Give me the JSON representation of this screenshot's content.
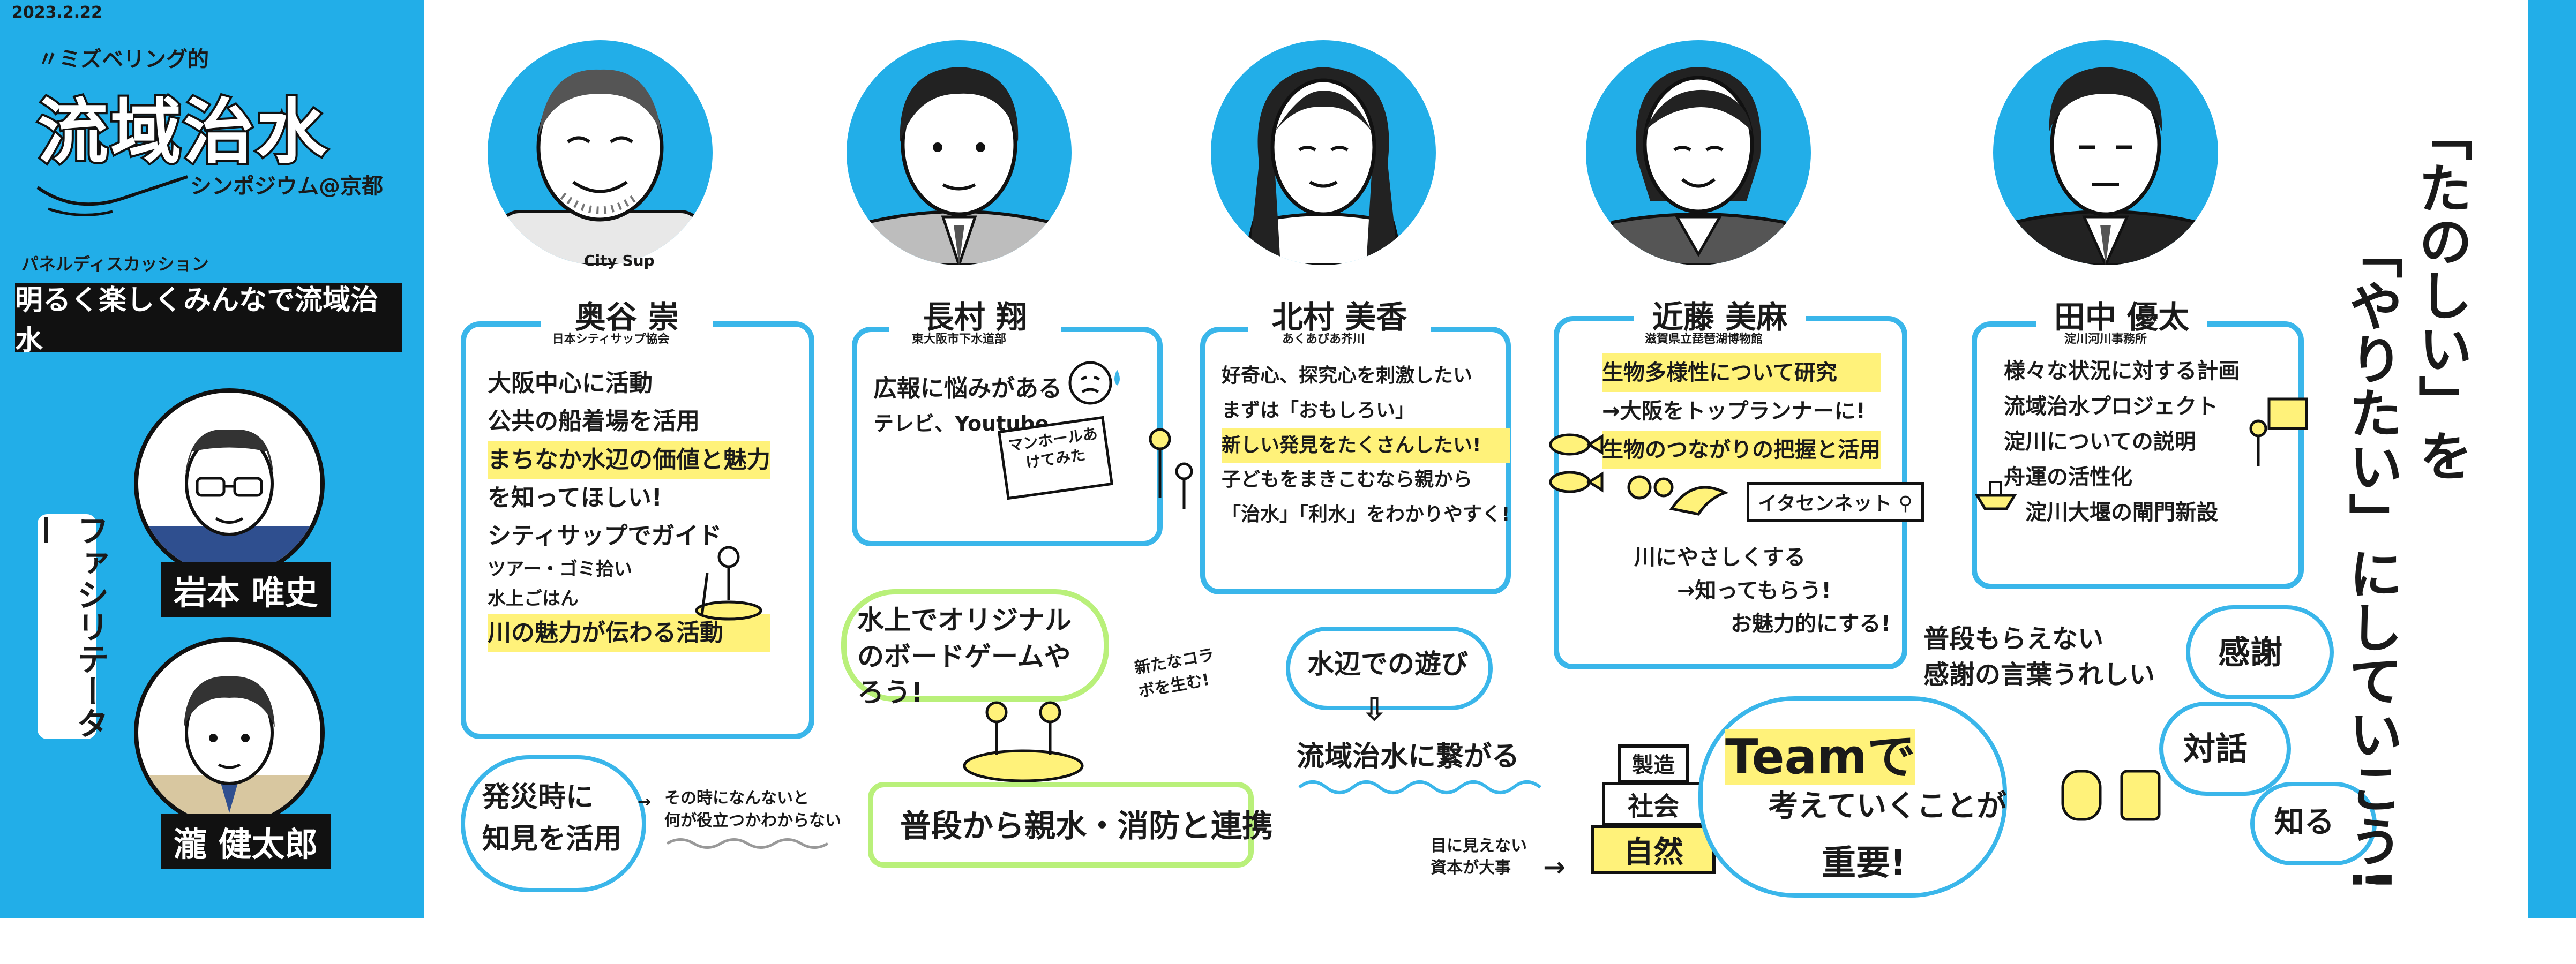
{
  "header": {
    "date": "2023.2.22",
    "series": "〃ミズベリング的",
    "title": "流域治水",
    "subtitle": "シンポジウム@京都"
  },
  "panel": {
    "label": "パネルディスカッション",
    "theme": "明るく楽しくみんなで流域治水"
  },
  "facilitator": {
    "label": "ファシリテーター",
    "people": [
      {
        "name": "岩本 唯史"
      },
      {
        "name": "瀧 健太郎"
      }
    ]
  },
  "panelists": [
    {
      "name": "奥谷 崇",
      "affiliation": "日本シティサップ協会",
      "shirt_text": "City Sup",
      "notes": [
        "大阪中心に活動",
        "公共の船着場を活用",
        "まちなか水辺の価値と魅力",
        "を知ってほしい!",
        "シティサップでガイド",
        "ツアー・ゴミ拾い",
        "水上ごはん",
        "川の魅力が伝わる活動"
      ]
    },
    {
      "name": "長村 翔",
      "affiliation": "東大阪市下水道部",
      "notes": [
        "広報に悩みがある",
        "テレビ、Youtube"
      ],
      "sign_text": "マンホールあけてみた"
    },
    {
      "name": "北村 美香",
      "affiliation": "あくあぴあ芥川",
      "notes": [
        "好奇心、探究心を刺激したい",
        "まずは「おもしろい」",
        "新しい発見をたくさんしたい!",
        "子どもをまきこむなら親から",
        "「治水」「利水」をわかりやすく!"
      ]
    },
    {
      "name": "近藤 美麻",
      "affiliation": "滋賀県立琵琶湖博物館",
      "notes": [
        "生物多様性について研究",
        "→大阪をトップランナーに!",
        "生物のつながりの把握と活用"
      ],
      "search_label": "イタセンネット",
      "extra_notes": [
        "川にやさしくする",
        "→知ってもらう!",
        "お魅力的にする!"
      ]
    },
    {
      "name": "田中 優太",
      "affiliation": "淀川河川事務所",
      "notes": [
        "様々な状況に対する計画",
        "流域治水プロジェクト",
        "淀川についての説明",
        "舟運の活性化",
        "淀川大堰の閘門新設"
      ]
    }
  ],
  "center": {
    "boardgame": "水上でオリジナルのボードゲームやろう!",
    "boardgame_side": "新たなコラボを生む!",
    "disaster_1": "発災時に",
    "disaster_2": "知見を活用",
    "disaster_side_1": "その時になんないと",
    "disaster_side_2": "何が役立つかわからない",
    "connect": "普段から親水・消防と連携",
    "waterplay": "水辺での遊び",
    "arrow_down": "⇩",
    "link": "流域治水に繋がる",
    "invisible_1": "目に見えない",
    "invisible_2": "資本が大事",
    "pyramid": [
      "製造",
      "社会",
      "自然"
    ],
    "team_1": "Teamで",
    "team_2": "考えていくことが",
    "team_3": "重要!",
    "thanks_1": "普段もらえない",
    "thanks_2": "感謝の言葉うれしい",
    "bubbles": [
      "感謝",
      "対話",
      "知る"
    ]
  },
  "closing": {
    "line_1": "「たのしい」を",
    "line_2": "「やりたい」にしていこう!"
  },
  "colors": {
    "blue": "#22aee8",
    "yellow": "#fff27a",
    "green": "#b9f07a"
  }
}
